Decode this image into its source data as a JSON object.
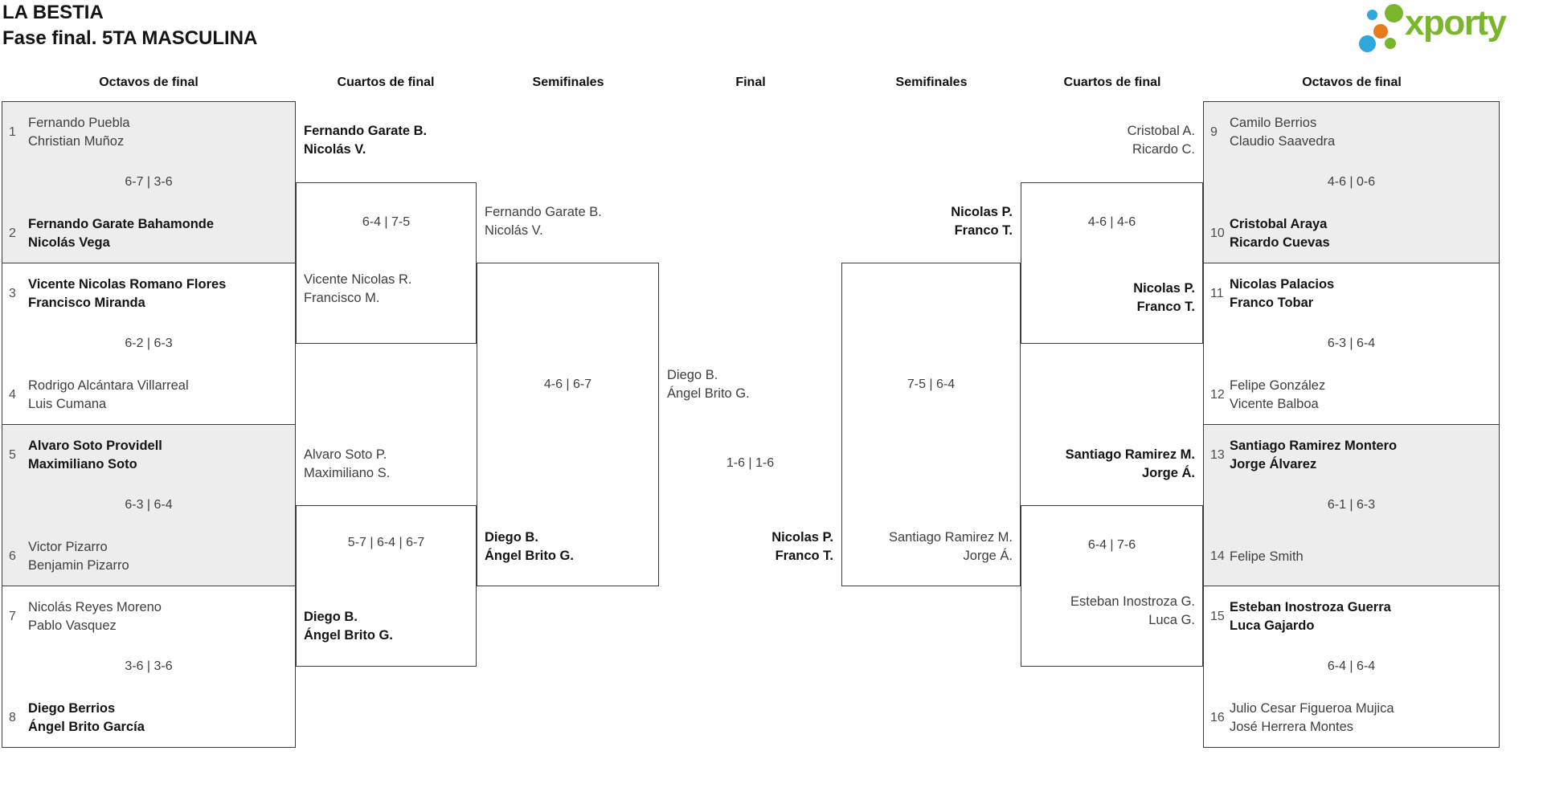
{
  "header": {
    "title": "LA BESTIA",
    "subtitle": "Fase final. 5TA MASCULINA",
    "logo_text": "xporty"
  },
  "columns": [
    "Octavos de final",
    "Cuartos de final",
    "Semifinales",
    "Final",
    "Semifinales",
    "Cuartos de final",
    "Octavos de final"
  ],
  "colors": {
    "accent_green": "#7ab62c",
    "accent_blue": "#2ea7df",
    "accent_orange": "#e87a1e",
    "match_shade": "#ededed",
    "line": "#3c3c3c"
  },
  "bracket": {
    "l8": [
      {
        "seed_a": "1",
        "a1": "Fernando Puebla",
        "a2": "Christian Muñoz",
        "score": "6-7 | 3-6",
        "seed_b": "2",
        "b1": "Fernando Garate Bahamonde",
        "b2": "Nicolás Vega"
      },
      {
        "seed_a": "3",
        "a1": "Vicente Nicolas Romano Flores",
        "a2": "Francisco Miranda",
        "score": "6-2 | 6-3",
        "seed_b": "4",
        "b1": "Rodrigo Alcántara Villarreal",
        "b2": "Luis Cumana"
      },
      {
        "seed_a": "5",
        "a1": "Alvaro Soto Providell",
        "a2": "Maximiliano Soto",
        "score": "6-3 | 6-4",
        "seed_b": "6",
        "b1": "Victor Pizarro",
        "b2": "Benjamin Pizarro"
      },
      {
        "seed_a": "7",
        "a1": "Nicolás Reyes Moreno",
        "a2": "Pablo Vasquez",
        "score": "3-6 | 3-6",
        "seed_b": "8",
        "b1": "Diego Berrios",
        "b2": "Ángel Brito García"
      }
    ],
    "r8": [
      {
        "seed_a": "9",
        "a1": "Camilo Berrios",
        "a2": "Claudio Saavedra",
        "score": "4-6 | 0-6",
        "seed_b": "10",
        "b1": "Cristobal Araya",
        "b2": "Ricardo Cuevas"
      },
      {
        "seed_a": "11",
        "a1": "Nicolas Palacios",
        "a2": "Franco Tobar",
        "score": "6-3 | 6-4",
        "seed_b": "12",
        "b1": "Felipe González",
        "b2": "Vicente Balboa"
      },
      {
        "seed_a": "13",
        "a1": "Santiago Ramirez Montero",
        "a2": "Jorge Álvarez",
        "score": "6-1 | 6-3",
        "seed_b": "14",
        "b1": "Felipe Smith",
        "b2": ""
      },
      {
        "seed_a": "15",
        "a1": "Esteban Inostroza Guerra",
        "a2": "Luca Gajardo",
        "score": "6-4 | 6-4",
        "seed_b": "16",
        "b1": "Julio Cesar Figueroa Mujica",
        "b2": "José Herrera Montes"
      }
    ],
    "lqf": [
      {
        "a1": "Fernando Garate B.",
        "a2": "Nicolás V.",
        "score": "6-4 | 7-5",
        "b1": "Vicente Nicolas R.",
        "b2": "Francisco M."
      },
      {
        "a1": "Alvaro Soto P.",
        "a2": "Maximiliano S.",
        "score": "5-7 | 6-4 | 6-7",
        "b1": "Diego B.",
        "b2": "Ángel Brito G."
      }
    ],
    "rqf": [
      {
        "a1": "Cristobal A.",
        "a2": "Ricardo C.",
        "score": "4-6 | 4-6",
        "b1": "Nicolas P.",
        "b2": "Franco T."
      },
      {
        "a1": "Santiago Ramirez M.",
        "a2": "Jorge Á.",
        "score": "6-4 | 7-6",
        "b1": "Esteban Inostroza G.",
        "b2": "Luca G."
      }
    ],
    "lsf": {
      "a1": "Fernando Garate B.",
      "a2": "Nicolás V.",
      "score": "4-6 | 6-7",
      "b1": "Diego B.",
      "b2": "Ángel Brito G."
    },
    "rsf": {
      "a1": "Nicolas P.",
      "a2": "Franco T.",
      "score": "7-5 | 6-4",
      "b1": "Santiago Ramirez M.",
      "b2": "Jorge Á."
    },
    "final": {
      "a1": "Diego B.",
      "a2": "Ángel Brito G.",
      "score": "1-6 | 1-6",
      "b1": "Nicolas P.",
      "b2": "Franco T."
    }
  }
}
